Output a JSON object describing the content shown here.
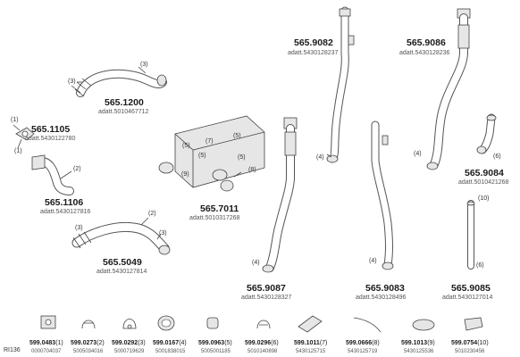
{
  "doc_code": "RI136",
  "parts": [
    {
      "id": "p1105",
      "number": "565.1105",
      "code": "5430122780",
      "prefix": "adatt.",
      "pos": "(1)"
    },
    {
      "id": "p1200",
      "number": "565.1200",
      "code": "5010467712",
      "prefix": "adatt.",
      "pos": "(3)"
    },
    {
      "id": "p1106",
      "number": "565.1106",
      "code": "5430127816",
      "prefix": "adatt.",
      "pos": "(2)"
    },
    {
      "id": "p5049",
      "number": "565.5049",
      "code": "5430127814",
      "prefix": "adatt.",
      "pos": "(2)"
    },
    {
      "id": "p7011",
      "number": "565.7011",
      "code": "5010317268",
      "prefix": "adatt.",
      "pos": "(8)"
    },
    {
      "id": "p9082",
      "number": "565.9082",
      "code": "5430128237",
      "prefix": "adatt.",
      "pos": "(4)"
    },
    {
      "id": "p9086",
      "number": "565.9086",
      "code": "5430128236",
      "prefix": "adatt.",
      "pos": "(4)"
    },
    {
      "id": "p9084",
      "number": "565.9084",
      "code": "5010421268",
      "prefix": "adatt.",
      "pos": "(6)"
    },
    {
      "id": "p9087",
      "number": "565.9087",
      "code": "5430128327",
      "prefix": "adatt.",
      "pos": "(4)"
    },
    {
      "id": "p9083",
      "number": "565.9083",
      "code": "5430128496",
      "prefix": "adatt.",
      "pos": "(4)"
    },
    {
      "id": "p9085",
      "number": "565.9085",
      "code": "5430127014",
      "prefix": "adatt.",
      "pos": "(6)"
    }
  ],
  "callouts": {
    "c1a": "(1)",
    "c1b": "(1)",
    "c3a": "(3)",
    "c3b": "(3)",
    "c2a": "(2)",
    "c2b": "(2)",
    "c3c": "(3)",
    "c3d": "(3)",
    "c5a": "(5)",
    "c7": "(7)",
    "c5b": "(5)",
    "c5c": "(5)",
    "c9": "(9)",
    "c5d": "(5)",
    "c8": "(8)",
    "c4a": "(4)",
    "c4b": "(4)",
    "c6a": "(6)",
    "c10": "(10)",
    "c6b": "(6)",
    "c4c": "(4)",
    "c4d": "(4)"
  },
  "accessories": [
    {
      "number": "599.0483",
      "qty": "(1)",
      "code": "0000704037"
    },
    {
      "number": "599.0273",
      "qty": "(2)",
      "code": "5005034016"
    },
    {
      "number": "599.0292",
      "qty": "(3)",
      "code": "5000719629"
    },
    {
      "number": "599.0167",
      "qty": "(4)",
      "code": "5001838015"
    },
    {
      "number": "599.0963",
      "qty": "(5)",
      "code": "5005001185"
    },
    {
      "number": "599.0296",
      "qty": "(6)",
      "code": "5010140898"
    },
    {
      "number": "599.1011",
      "qty": "(7)",
      "code": "5430125715"
    },
    {
      "number": "599.0666",
      "qty": "(8)",
      "code": "5430125719"
    },
    {
      "number": "599.1013",
      "qty": "(9)",
      "code": "5430125536"
    },
    {
      "number": "599.0754",
      "qty": "(10)",
      "code": "5010230456"
    }
  ]
}
